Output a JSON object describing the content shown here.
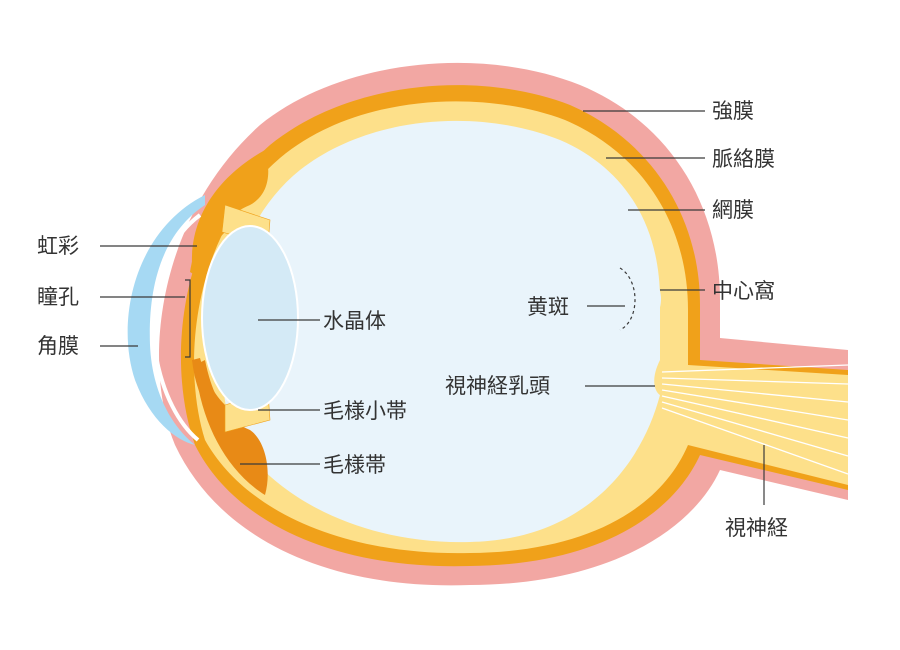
{
  "labels": {
    "sclera": "強膜",
    "choroid": "脈絡膜",
    "retina": "網膜",
    "fovea": "中心窩",
    "macula": "黄斑",
    "optic_disc": "視神経乳頭",
    "optic_nerve": "視神経",
    "iris": "虹彩",
    "pupil": "瞳孔",
    "cornea": "角膜",
    "lens": "水晶体",
    "zonule": "毛様小帯",
    "ciliary_body": "毛様帯"
  },
  "colors": {
    "sclera": "#f2a7a3",
    "choroid_ciliary": "#f0a11a",
    "retina": "#fde08a",
    "vitreous": "#e9f4fb",
    "lens": "#d4eaf6",
    "cornea": "#a6d9f3",
    "nerve": "#fdde8a",
    "leader": "#3a3a3a"
  }
}
